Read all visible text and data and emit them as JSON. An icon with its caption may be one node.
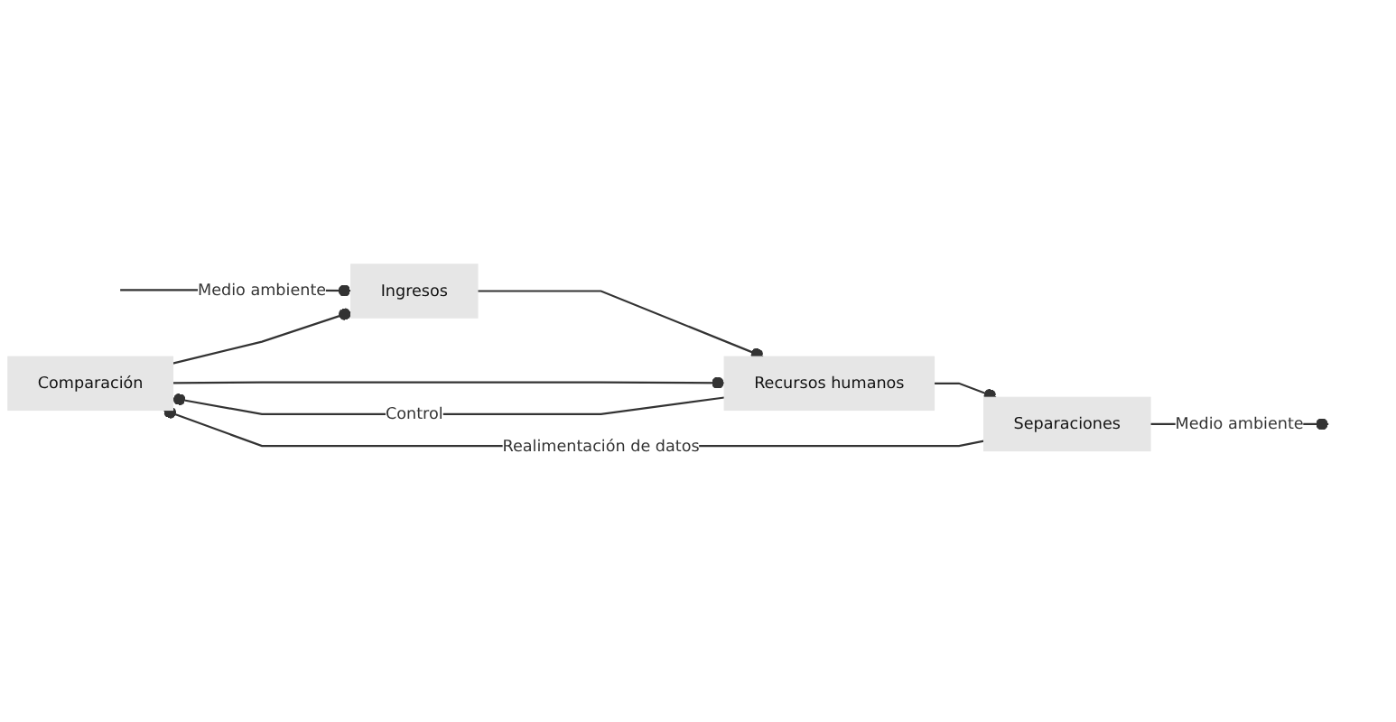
{
  "diagram": {
    "nodes": [
      {
        "text": [
          "Comparación"
        ]
      },
      {
        "text": [
          "Ingresos"
        ]
      },
      {
        "text": [
          "Recursos humanos"
        ]
      },
      {
        "text": [
          "Separaciones"
        ]
      }
    ],
    "edges": [
      {
        "from": null,
        "to": 1,
        "arrow": "other",
        "label": "Medio ambiente"
      },
      {
        "from": 1,
        "to": 2,
        "arrow": "other"
      },
      {
        "from": 2,
        "to": 3,
        "arrow": "other"
      },
      {
        "from": 3,
        "to": null,
        "arrow": "other",
        "label": "Medio ambiente"
      },
      {
        "from": 0,
        "to": 1,
        "arrow": "other"
      },
      {
        "from": 0,
        "to": 2,
        "arrow": "other"
      },
      {
        "from": 2,
        "to": 0,
        "arrow": "other",
        "label": "Control"
      },
      {
        "from": 3,
        "to": 0,
        "arrow": "other",
        "label": "Realimentación de datos"
      }
    ]
  }
}
